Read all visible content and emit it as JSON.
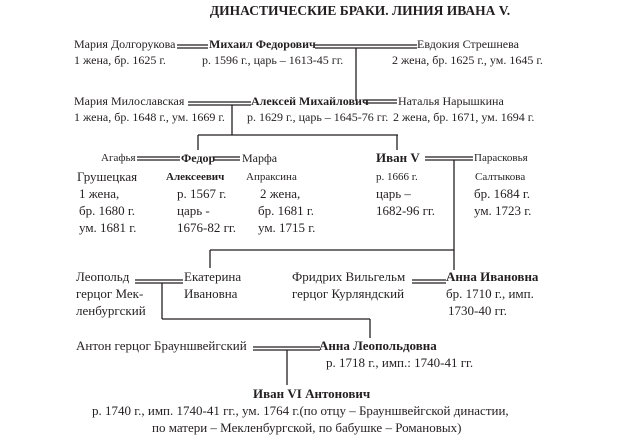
{
  "title": "ДИНАСТИЧЕСКИЕ БРАКИ.  ЛИНИЯ ИВАНА V.",
  "gen1": {
    "wife1": {
      "name": "Мария Долгорукова",
      "info": "1 жена, бр. 1625 г."
    },
    "tsar": {
      "name": "Михаил Федорович",
      "info": "р. 1596 г., царь – 1613-45 гг."
    },
    "wife2": {
      "name": "Евдокия Стрешнева",
      "info": "2 жена, бр. 1625 г., ум. 1645 г."
    }
  },
  "gen2": {
    "wife1": {
      "name": "Мария Милославская",
      "info": "1 жена, бр. 1648 г., ум. 1669 г."
    },
    "tsar": {
      "name": "Алексей Михайлович",
      "info": "р. 1629 г., царь – 1645-76 гг."
    },
    "wife2": {
      "name": "Наталья Нарышкина",
      "info": "2 жена, бр. 1671, ум. 1694 г."
    }
  },
  "gen3": {
    "agafya": {
      "name": "Агафья",
      "lines": [
        "Грушецкая",
        "1 жена,",
        "бр. 1680 г.",
        "ум. 1681 г."
      ]
    },
    "fedor": {
      "name": "Федор",
      "lines": [
        "Алексеевич",
        "р. 1567 г.",
        "царь -",
        "1676-82 гг."
      ]
    },
    "marfa": {
      "name": "Марфа",
      "lines": [
        "Апраксина",
        "2 жена,",
        "бр. 1681 г.",
        "ум. 1715 г."
      ]
    },
    "ivan5": {
      "name": "Иван V",
      "lines": [
        "р. 1666 г.",
        "царь –",
        "1682-96 гг."
      ]
    },
    "praskovya": {
      "name": "Парасковья",
      "lines": [
        "Салтыкова",
        "бр. 1684 г.",
        "ум. 1723 г."
      ]
    }
  },
  "gen4": {
    "leopold": {
      "lines": [
        "Леопольд",
        "герцог Мек-",
        "ленбургский"
      ]
    },
    "ekaterina": {
      "lines": [
        "Екатерина",
        "Ивановна"
      ]
    },
    "friedrich": {
      "lines": [
        "Фридрих Вильгельм",
        "герцог Курляндский"
      ]
    },
    "anna": {
      "name": "Анна Ивановна",
      "lines": [
        "бр. 1710 г.,  имп.",
        "1730-40 гг."
      ]
    }
  },
  "gen5": {
    "anton": {
      "name": "Антон герцог Брауншвейгский"
    },
    "anna": {
      "name": "Анна Леопольдовна",
      "info": "р. 1718 г., имп.: 1740-41 гг."
    }
  },
  "gen6": {
    "name": "Иван VI Антонович",
    "line1": "р. 1740 г., имп. 1740-41 гг., ум. 1764 г.(по отцу – Брауншвейгской династии,",
    "line2": "по матери – Мекленбургской, по бабушке – Романовых)"
  }
}
